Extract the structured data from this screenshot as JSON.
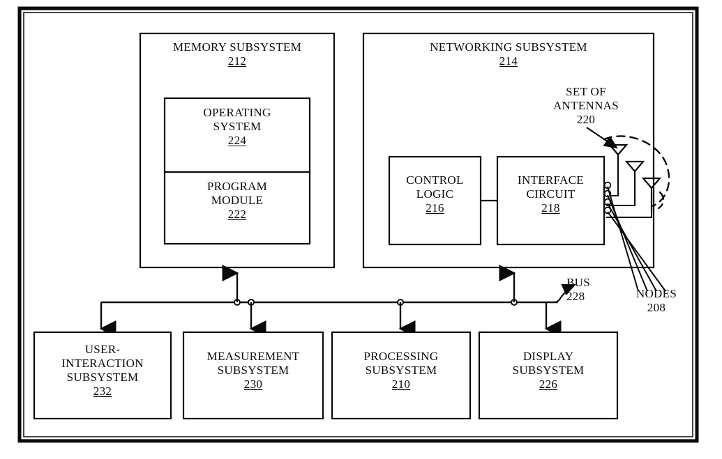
{
  "figure": {
    "title": "System block diagram",
    "outer_frame": "electronic-device-boundary"
  },
  "blocks": {
    "memory_subsystem": {
      "label": "MEMORY SUBSYSTEM",
      "ref": "212"
    },
    "operating_system": {
      "label_line1": "OPERATING",
      "label_line2": "SYSTEM",
      "ref": "224"
    },
    "program_module": {
      "label_line1": "PROGRAM",
      "label_line2": "MODULE",
      "ref": "222"
    },
    "networking_subsystem": {
      "label": "NETWORKING SUBSYSTEM",
      "ref": "214"
    },
    "control_logic": {
      "label_line1": "CONTROL",
      "label_line2": "LOGIC",
      "ref": "216"
    },
    "interface_circuit": {
      "label_line1": "INTERFACE",
      "label_line2": "CIRCUIT",
      "ref": "218"
    },
    "user_interaction_subsystem": {
      "label_line1": "USER-",
      "label_line2": "INTERACTION",
      "label_line3": "SUBSYSTEM",
      "ref": "232"
    },
    "measurement_subsystem": {
      "label_line1": "MEASUREMENT",
      "label_line2": "SUBSYSTEM",
      "ref": "230"
    },
    "processing_subsystem": {
      "label_line1": "PROCESSING",
      "label_line2": "SUBSYSTEM",
      "ref": "210"
    },
    "display_subsystem": {
      "label_line1": "DISPLAY",
      "label_line2": "SUBSYSTEM",
      "ref": "226"
    }
  },
  "callouts": {
    "set_of_antennas": {
      "label_line1": "SET OF",
      "label_line2": "ANTENNAS",
      "ref": "220"
    },
    "bus": {
      "label": "BUS",
      "ref": "228"
    },
    "nodes": {
      "label": "NODES",
      "ref": "208"
    }
  },
  "colors": {
    "ink": "#0a0a0a",
    "paper": "#ffffff"
  },
  "counts": {
    "antennas": 3,
    "nodes": 4
  }
}
